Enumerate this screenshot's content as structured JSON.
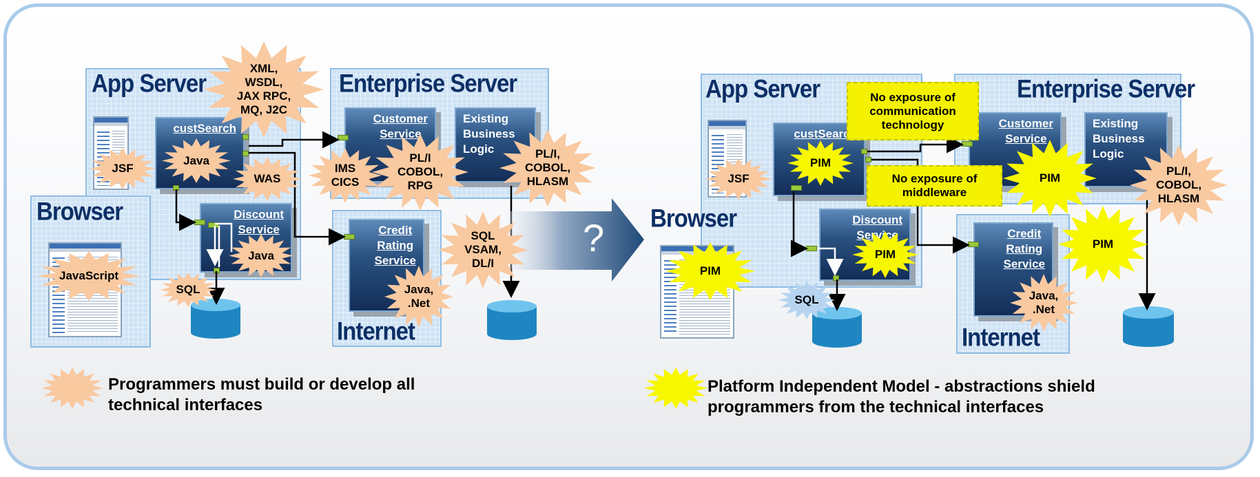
{
  "left": {
    "app_server_title": "App Server",
    "enterprise_server_title": "Enterprise Server",
    "browser_title": "Browser",
    "internet_title": "Internet",
    "cust_search": "custSearch",
    "customer_service": "Customer\nService",
    "existing_logic": "Existing\nBusiness\nLogic",
    "discount_service": "Discount\nService",
    "credit_rating": "Credit\nRating\nService",
    "bursts": {
      "xml": "XML,\nWSDL,\nJAX RPC,\nMQ, J2C",
      "jsf": "JSF",
      "java1": "Java",
      "was": "WAS",
      "ims": "IMS\nCICS",
      "pli_rpg": "PL/I\nCOBOL,\nRPG",
      "pli_hlasm": "PL/I,\nCOBOL,\nHLASM",
      "sql_vsam": "SQL\nVSAM,\nDL/I",
      "java2": "Java",
      "javascript": "JavaScript",
      "sql": "SQL",
      "java_net": "Java,\n.Net"
    }
  },
  "arrow_label": "?",
  "right": {
    "app_server_title": "App Server",
    "enterprise_server_title": "Enterprise Server",
    "browser_title": "Browser",
    "internet_title": "Internet",
    "cust_search": "custSearch",
    "customer_service": "Customer\nService",
    "existing_logic": "Existing\nBusiness\nLogic",
    "discount_service": "Discount\nService",
    "credit_rating": "Credit\nRating\nService",
    "note_comm": "No exposure of\ncommunication\ntechnology",
    "note_middleware": "No exposure of\nmiddleware",
    "bursts": {
      "jsf": "JSF",
      "pim1": "PIM",
      "pim2": "PIM",
      "pim3": "PIM",
      "pim4": "PIM",
      "pim5": "PIM",
      "pli_hlasm": "PL/I,\nCOBOL,\nHLASM",
      "sql": "SQL",
      "java_net": "Java,\n.Net"
    }
  },
  "legend": {
    "left_text": "Programmers must build or develop all\ntechnical interfaces",
    "right_text": "Platform Independent Model - abstractions shield\nprogrammers from the technical interfaces"
  },
  "colors": {
    "orange_burst": "#f9c9a0",
    "yellow_burst": "#f7f700",
    "blue_burst": "#b6d4f0",
    "panel": "#cfe3f5",
    "title": "#0d2f66"
  }
}
